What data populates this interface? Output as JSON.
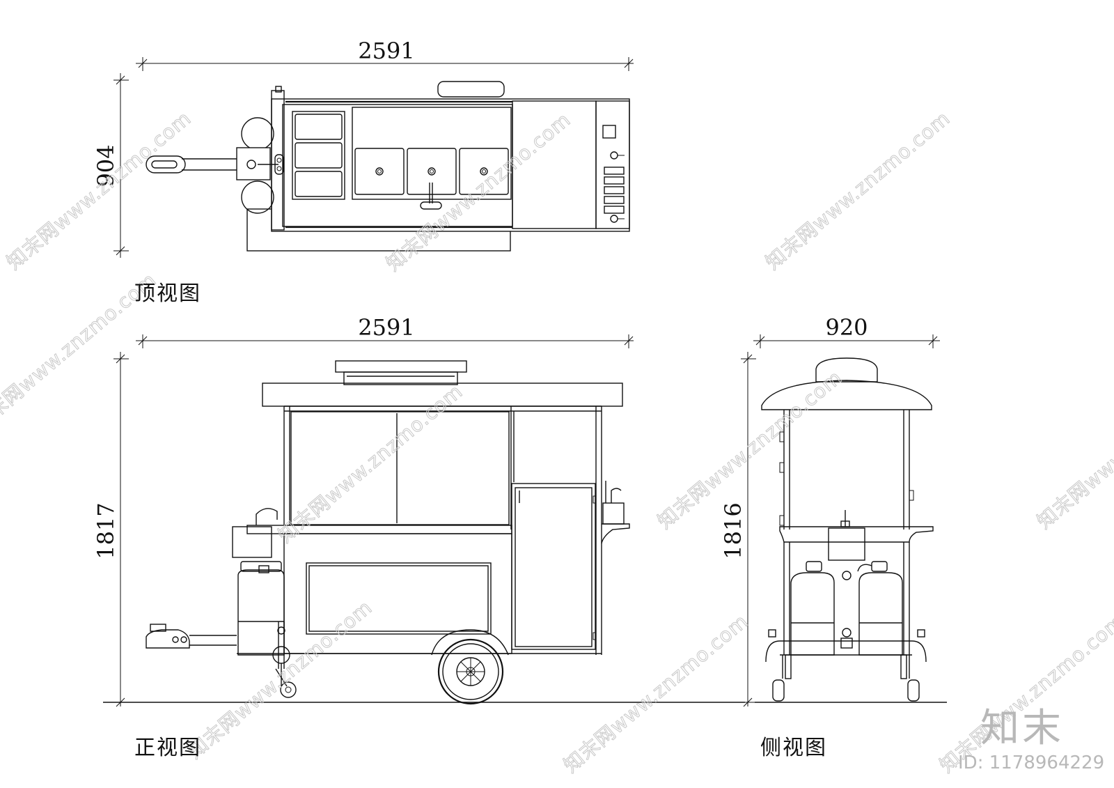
{
  "dimensions": {
    "top_width": "2591",
    "top_depth": "904",
    "front_width": "2591",
    "front_height": "1817",
    "side_width": "920",
    "side_height": "1816"
  },
  "labels": {
    "top_view": "顶视图",
    "front_view": "正视图",
    "side_view": "侧视图"
  },
  "watermark": {
    "text": "知末网www.znzmo.com",
    "brand": "知末",
    "id": "ID: 1178964229"
  }
}
